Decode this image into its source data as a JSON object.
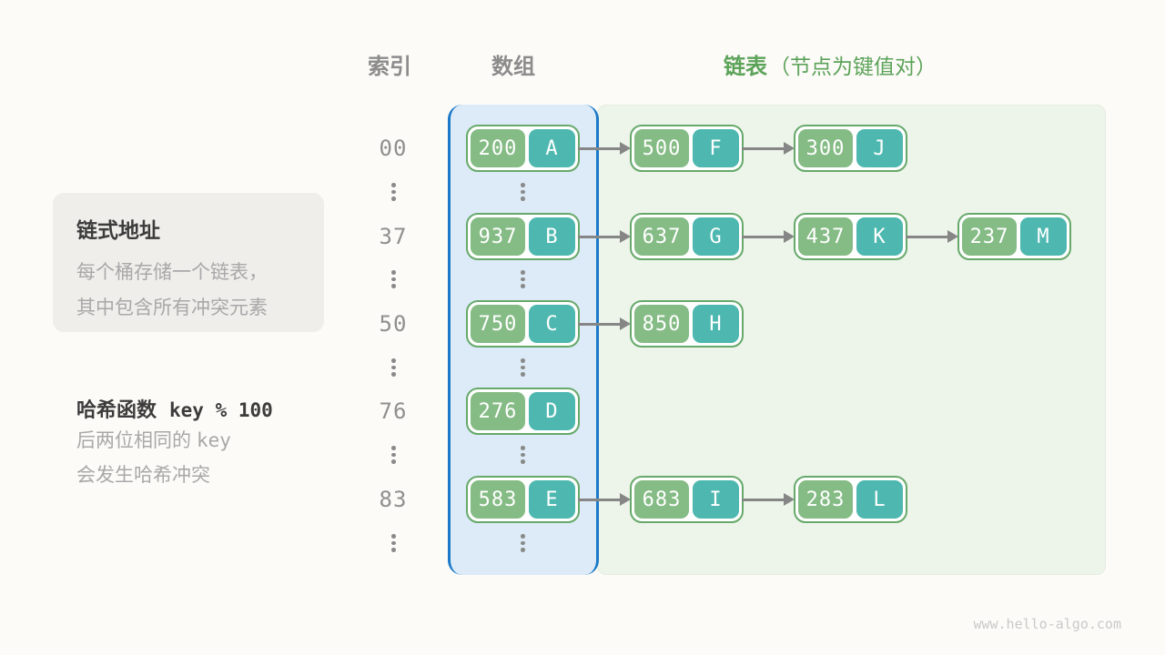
{
  "headers": {
    "index": "索引",
    "array": "数组",
    "list": "链表",
    "list_note": "（节点为键值对）"
  },
  "info_box": {
    "title": "链式地址",
    "line1": "每个桶存储一个链表，",
    "line2": "其中包含所有冲突元素"
  },
  "hash_note": {
    "title_prefix": "哈希函数",
    "title_code": "key % 100",
    "line1_prefix": "后两位相同的",
    "line1_code": "key",
    "line2": "会发生哈希冲突"
  },
  "buckets": [
    {
      "index": "00",
      "pair": {
        "key": "200",
        "value": "A"
      },
      "chain": [
        {
          "key": "500",
          "value": "F"
        },
        {
          "key": "300",
          "value": "J"
        }
      ]
    },
    {
      "index": "37",
      "pair": {
        "key": "937",
        "value": "B"
      },
      "chain": [
        {
          "key": "637",
          "value": "G"
        },
        {
          "key": "437",
          "value": "K"
        },
        {
          "key": "237",
          "value": "M"
        }
      ]
    },
    {
      "index": "50",
      "pair": {
        "key": "750",
        "value": "C"
      },
      "chain": [
        {
          "key": "850",
          "value": "H"
        }
      ]
    },
    {
      "index": "76",
      "pair": {
        "key": "276",
        "value": "D"
      },
      "chain": []
    },
    {
      "index": "83",
      "pair": {
        "key": "583",
        "value": "E"
      },
      "chain": [
        {
          "key": "683",
          "value": "I"
        },
        {
          "key": "283",
          "value": "L"
        }
      ]
    }
  ],
  "colors": {
    "key_green": "#85bb85",
    "value_teal": "#4eb8b0",
    "node_border_green": "#66a96a",
    "array_panel_bg": "#dcebf7",
    "array_panel_border": "#1b78c8",
    "list_panel_bg": "#edf4ea",
    "header_green": "#5ca35a",
    "arrow_gray": "#868686"
  },
  "watermark": "www.hello-algo.com"
}
